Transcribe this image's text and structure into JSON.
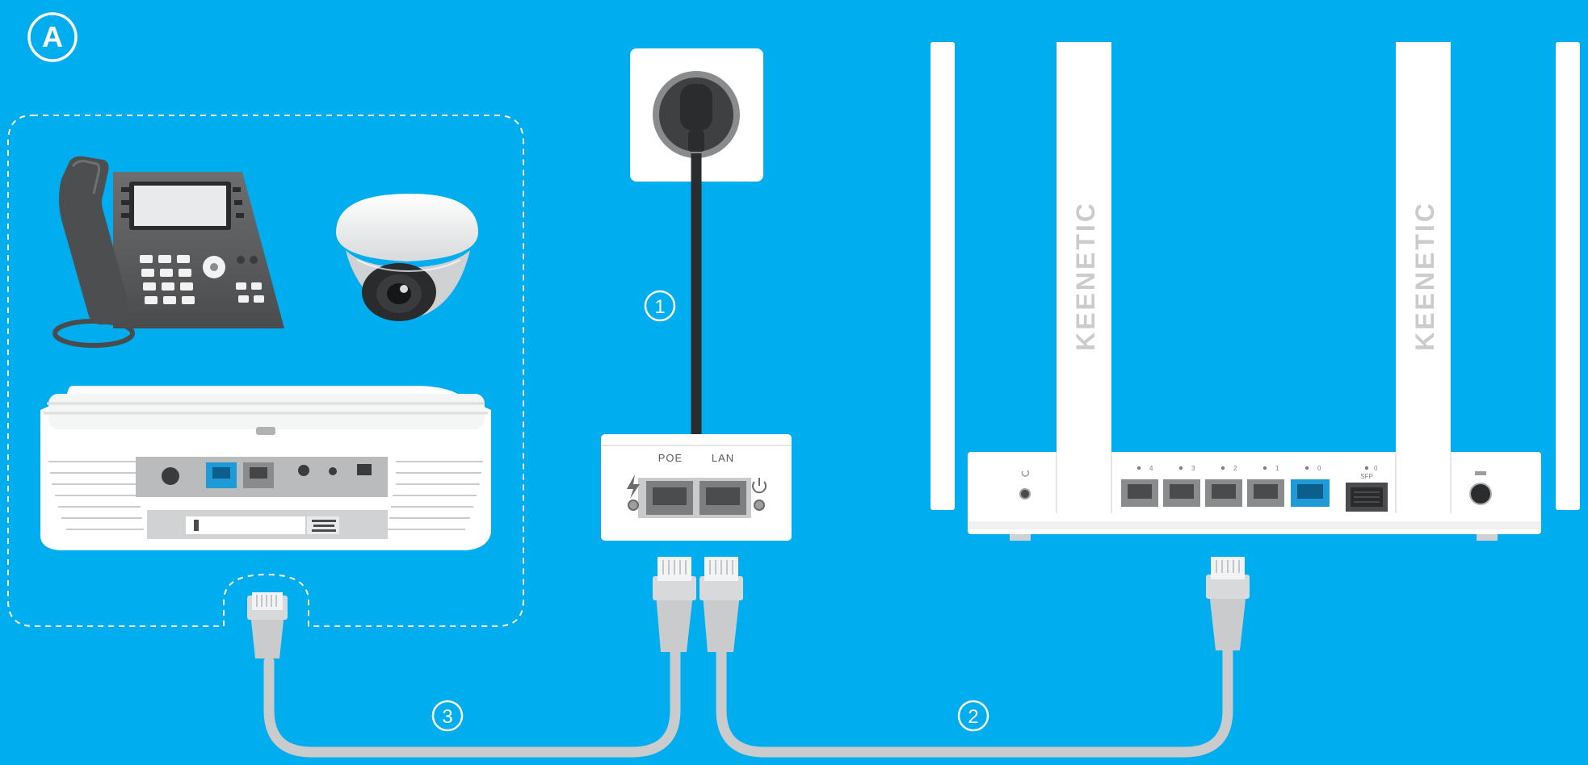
{
  "panel_label": "A",
  "steps": {
    "one": "1",
    "two": "2",
    "three": "3"
  },
  "injector": {
    "poe_label": "POE",
    "lan_label": "LAN"
  },
  "router": {
    "brand": "KEENETIC",
    "port_labels": [
      "4",
      "3",
      "2",
      "1",
      "0"
    ],
    "sfp_label": "SFP",
    "sfp_index": "0"
  },
  "colors": {
    "background": "#00adee",
    "device_white": "#ffffff",
    "cable_gray": "#c9cbcc",
    "port_blue": "#1e9bd7"
  },
  "icons": {
    "power": "bolt-icon",
    "standby": "power-icon",
    "reset": "reset-icon"
  }
}
